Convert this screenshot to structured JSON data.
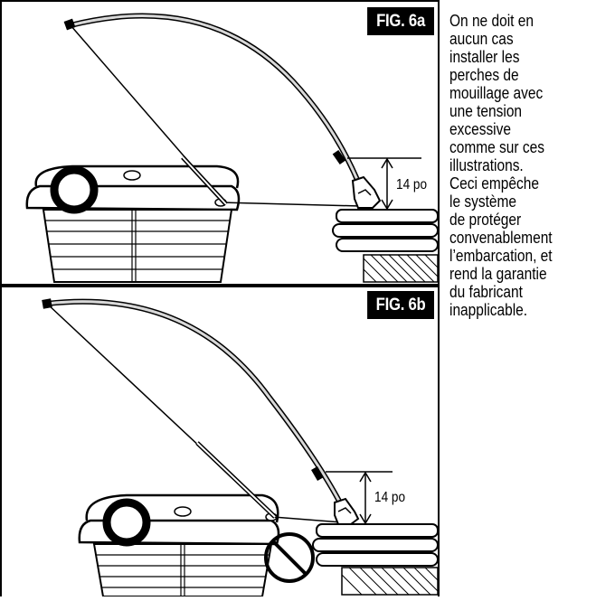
{
  "figures": [
    {
      "label": "FIG. 6a",
      "measurement": "14 po"
    },
    {
      "label": "FIG. 6b",
      "measurement": "14 po"
    }
  ],
  "caption_lines": [
    "On ne doit en",
    "aucun cas",
    "installer les",
    "perches de",
    "mouillage avec",
    "une tension",
    "excessive",
    "comme sur ces",
    "illustrations.",
    "Ceci empêche",
    "le système",
    "de protéger",
    "convenablement",
    "l’embarcation, et",
    "rend la garantie",
    "du fabricant",
    "inapplicable."
  ]
}
